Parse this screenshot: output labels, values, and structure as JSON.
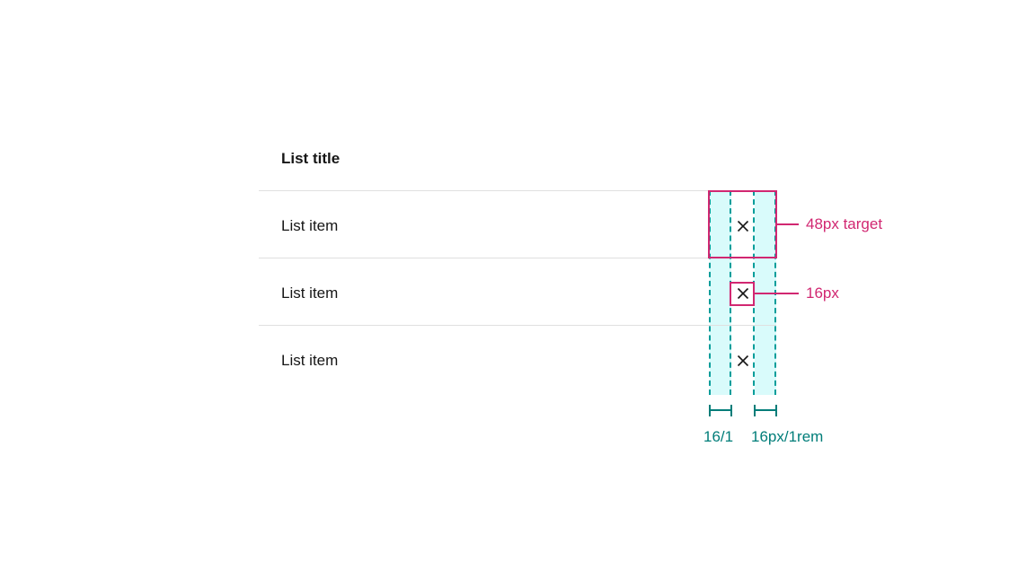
{
  "diagram": {
    "description_colors": {
      "annotation_pink": "#d12771",
      "guide_teal": "#009d9a",
      "teal_text": "#007d79",
      "highlight_cyan": "#d9fbfb",
      "divider_gray": "#e0e0e0",
      "text_black": "#161616",
      "background": "#ffffff"
    }
  },
  "list": {
    "title": "List title",
    "items": [
      {
        "label": "List item"
      },
      {
        "label": "List item"
      },
      {
        "label": "List item"
      }
    ]
  },
  "annotations": {
    "touch_target_label": "48px target",
    "icon_size_label": "16px",
    "left_spacing_label": "16/1",
    "right_spacing_label": "16px/1rem"
  }
}
